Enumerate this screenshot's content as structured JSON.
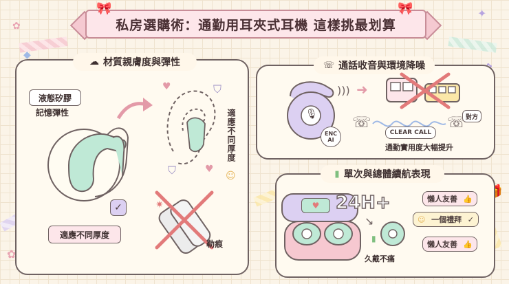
{
  "title": "私房選購術：通勤用耳夾式耳機 這樣挑最划算",
  "panels": {
    "material": {
      "title": "材質親膚度與彈性",
      "label_silicone_1": "液態矽膠",
      "label_silicone_2": "記憶彈性",
      "label_fit_bottom": "適應不同厚度",
      "label_fit_vertical": "適應不同厚度",
      "label_mark": "勒痕"
    },
    "call": {
      "title": "通話收音與環境降噪",
      "enc_label": "ENC AI",
      "clear_call": "CLEAR CALL",
      "other_party": "對方",
      "caption": "通勤實用度大幅提升"
    },
    "battery": {
      "title": "單次與總體續航表現",
      "battery_label": "24H+",
      "lazy_1": "懶人友善",
      "week": "一個禮拜",
      "lazy_2": "懶人友善",
      "comfort": "久戴不痛"
    }
  },
  "colors": {
    "mint": "#bfe9d6",
    "lavender": "#dcd0f2",
    "pink": "#f6c8d0",
    "outline": "#6f6262",
    "cross": "#e27a7a"
  },
  "icons": [
    "cloud-icon",
    "phone-icon",
    "battery-icon",
    "check-icon",
    "heart-icon",
    "shield-icon",
    "mic-icon",
    "train-icon",
    "bus-icon",
    "thumbs-up-icon",
    "smile-icon",
    "sparkle-icon",
    "flower-icon",
    "gift-icon"
  ]
}
